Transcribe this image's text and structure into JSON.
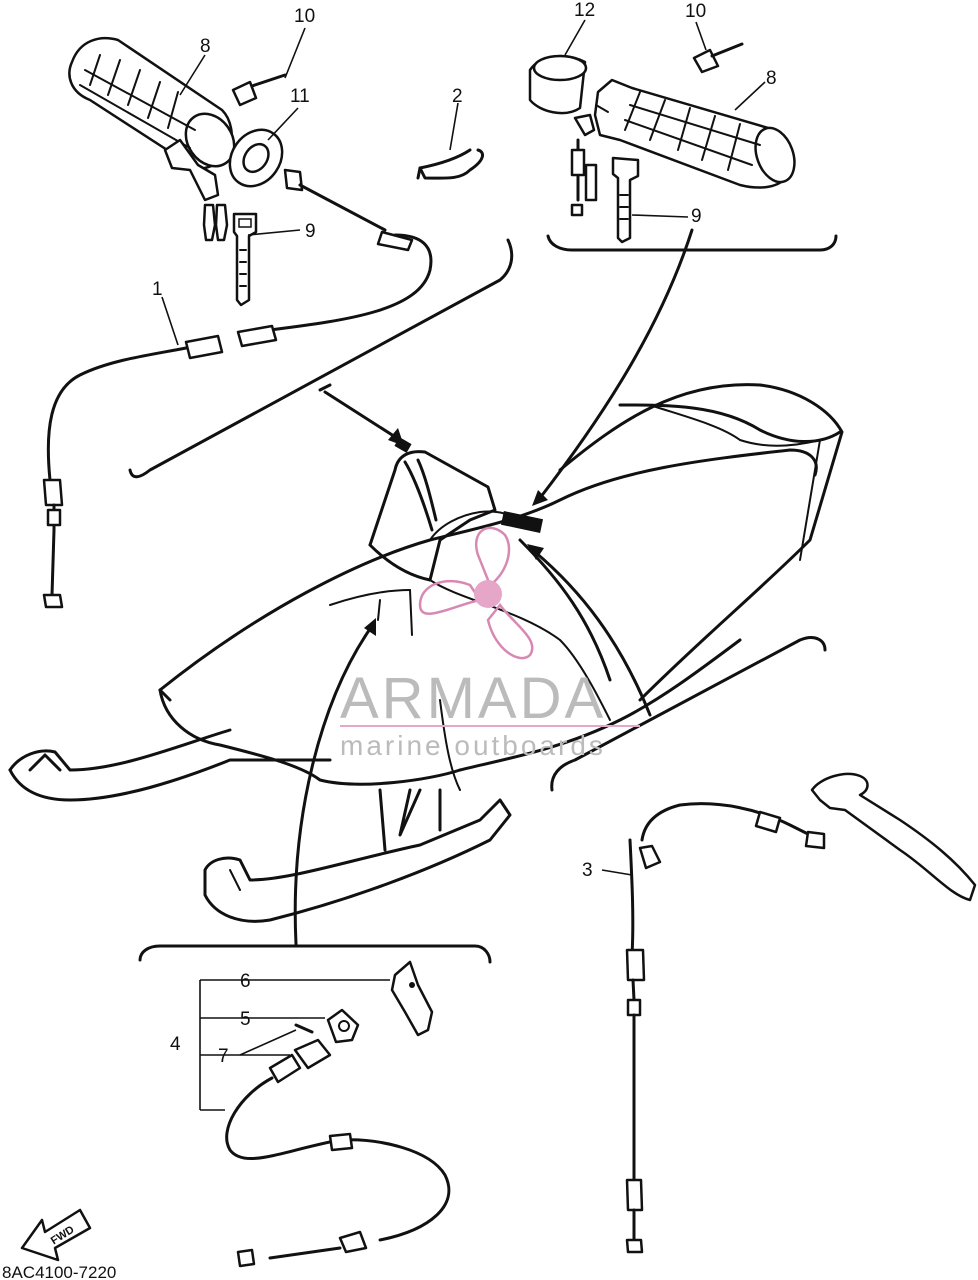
{
  "diagram": {
    "part_code": "8AC4100-7220",
    "fwd_label": "FWD",
    "callouts": {
      "c1": "1",
      "c2": "2",
      "c3": "3",
      "c4": "4",
      "c5": "5",
      "c6": "6",
      "c7": "7",
      "c8_left": "8",
      "c8_right": "8",
      "c9_left": "9",
      "c9_right": "9",
      "c10_left": "10",
      "c10_right": "10",
      "c11": "11",
      "c12": "12"
    }
  },
  "watermark": {
    "brand": "ARMADA",
    "tagline": "marine outboards",
    "colors": {
      "pink": "#e6a6c8",
      "pink_outline": "#d889b3",
      "gray": "#bbbbbb"
    }
  },
  "colors": {
    "line": "#111111",
    "background": "#ffffff"
  }
}
